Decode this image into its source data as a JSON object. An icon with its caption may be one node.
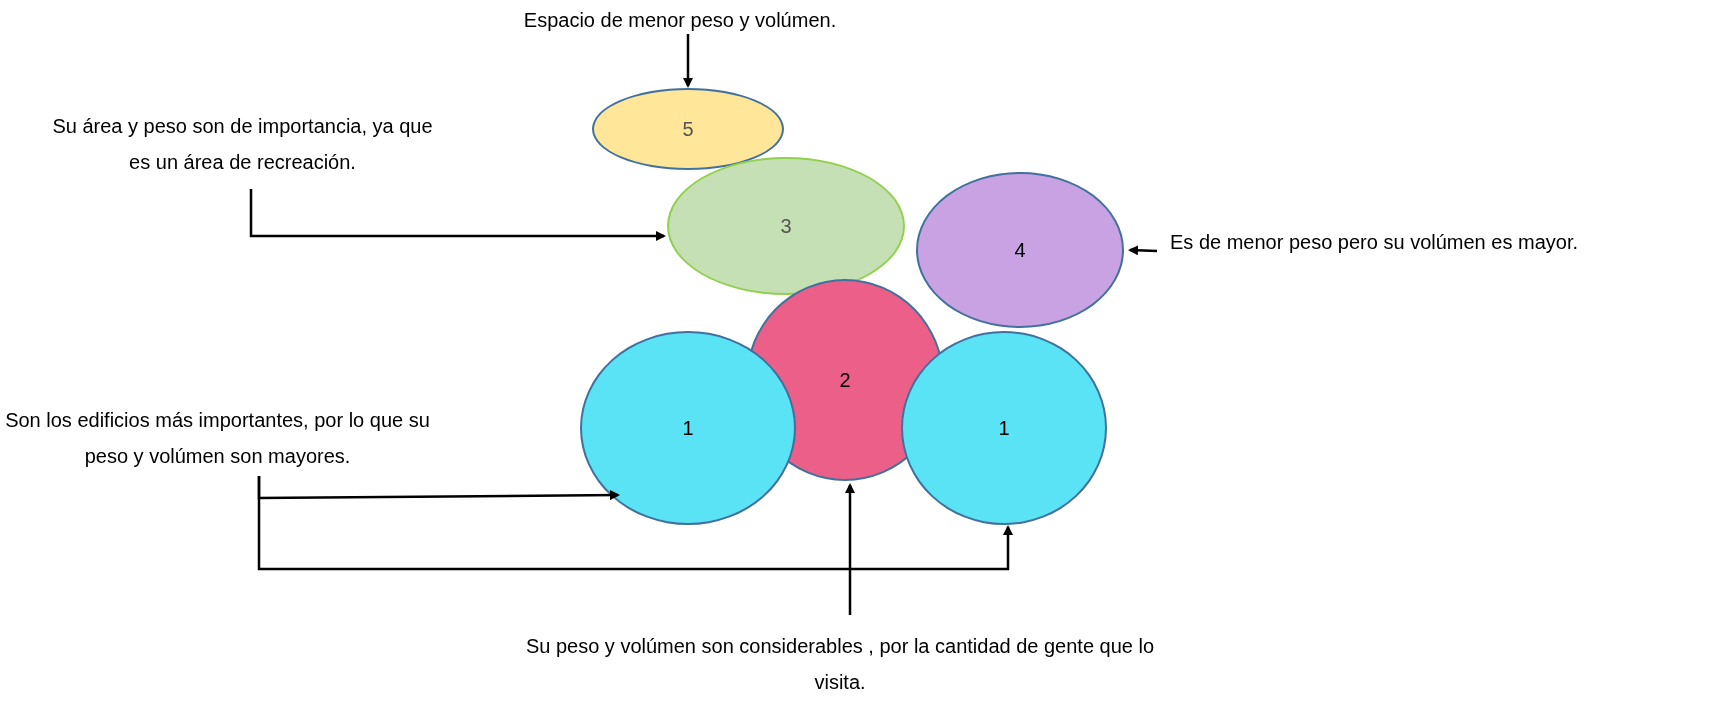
{
  "diagram": {
    "nodes": [
      {
        "text": [
          "Espacio de menor peso y volúmen."
        ]
      },
      {
        "text": [
          "5"
        ]
      },
      {
        "text": [
          "Su área y peso son de importancia, ya que es un área de recreación."
        ]
      },
      {
        "text": [
          "3"
        ]
      },
      {
        "text": [
          "4"
        ]
      },
      {
        "text": [
          "Es de menor peso pero su volúmen es mayor."
        ]
      },
      {
        "text": [
          "2"
        ]
      },
      {
        "text": [
          "Son los edificios más importantes, por lo que su peso y volúmen son mayores."
        ]
      },
      {
        "text": [
          "1"
        ]
      },
      {
        "text": [
          "1"
        ]
      },
      {
        "text": [
          "Su peso y volúmen son considerables , por la cantidad de gente que lo visita."
        ]
      }
    ],
    "edges": [
      {
        "from": 0,
        "to": 1,
        "arrow": "to"
      },
      {
        "from": 2,
        "to": 3,
        "arrow": "to"
      },
      {
        "from": 5,
        "to": 4,
        "arrow": "to"
      },
      {
        "from": 7,
        "to": 8,
        "arrow": "to"
      },
      {
        "from": 7,
        "to": 9,
        "arrow": "to"
      },
      {
        "from": 10,
        "to": 6,
        "arrow": "to"
      }
    ]
  }
}
